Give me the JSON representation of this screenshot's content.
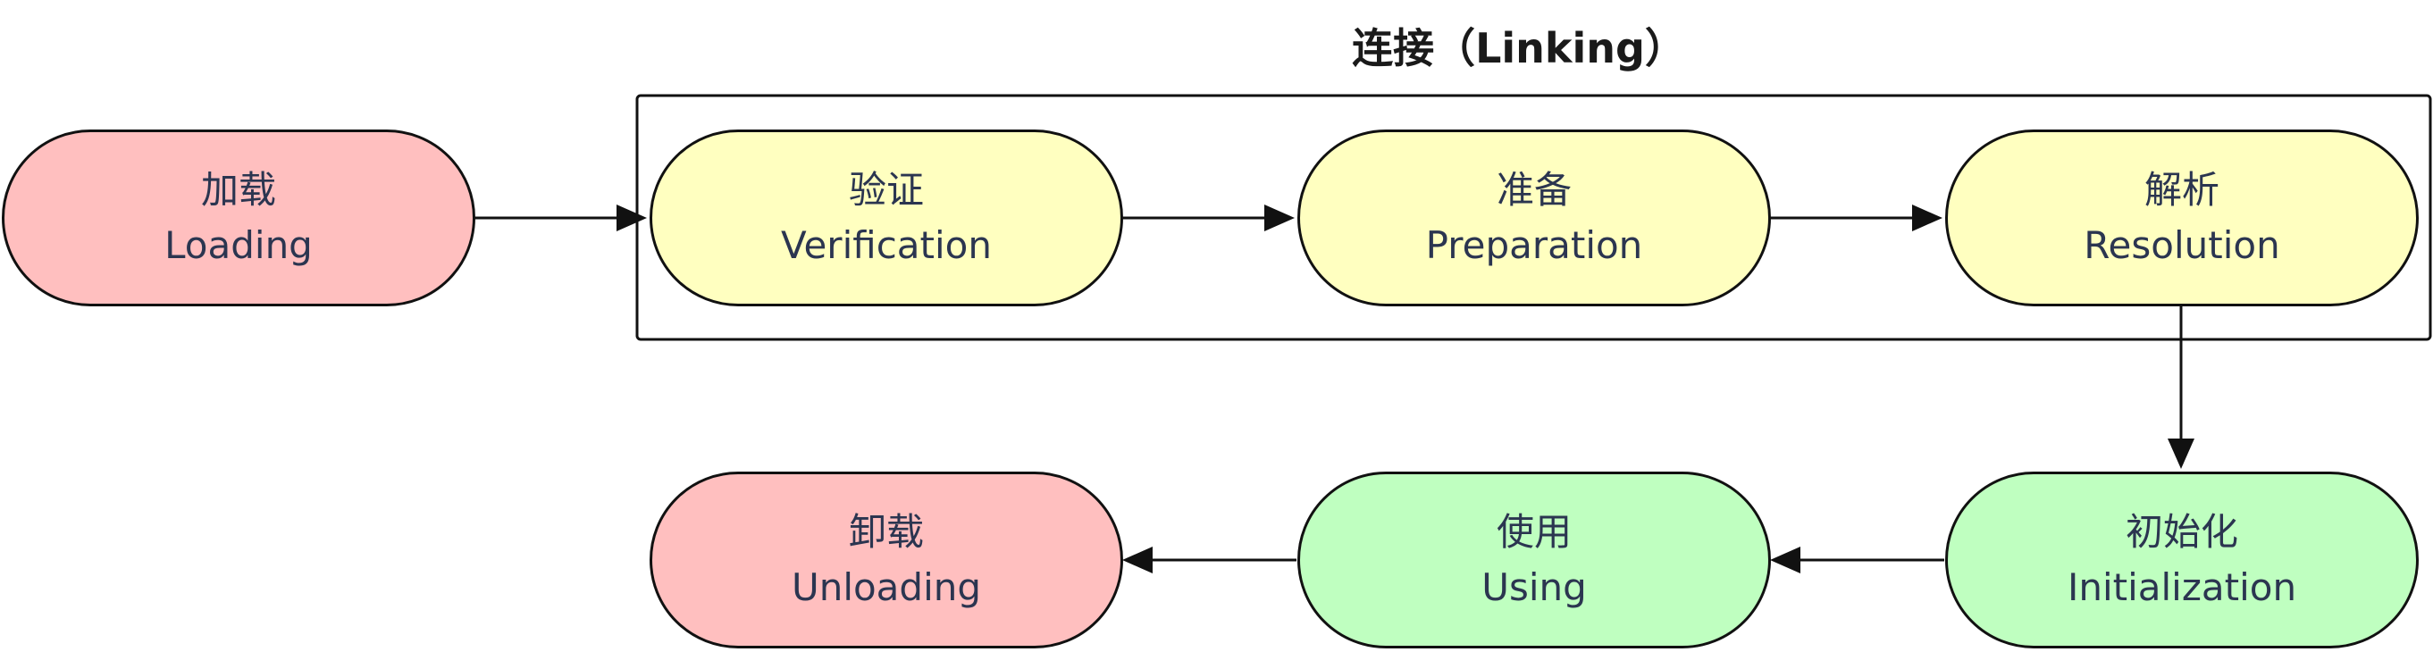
{
  "diagram": {
    "group": {
      "title": "连接（Linking）"
    },
    "colors": {
      "loading_unloading": "#ffbfbf",
      "linking": "#ffffc0",
      "runtime": "#bfffc0",
      "stroke": "#111111",
      "text": "#2b3550"
    },
    "nodes": {
      "loading": {
        "zh": "加载",
        "en": "Loading"
      },
      "verification": {
        "zh": "验证",
        "en": "Verification"
      },
      "preparation": {
        "zh": "准备",
        "en": "Preparation"
      },
      "resolution": {
        "zh": "解析",
        "en": "Resolution"
      },
      "initialization": {
        "zh": "初始化",
        "en": "Initialization"
      },
      "using": {
        "zh": "使用",
        "en": "Using"
      },
      "unloading": {
        "zh": "卸载",
        "en": "Unloading"
      }
    },
    "edges": [
      {
        "from": "loading",
        "to": "verification"
      },
      {
        "from": "verification",
        "to": "preparation"
      },
      {
        "from": "preparation",
        "to": "resolution"
      },
      {
        "from": "resolution",
        "to": "initialization"
      },
      {
        "from": "initialization",
        "to": "using"
      },
      {
        "from": "using",
        "to": "unloading"
      }
    ]
  }
}
